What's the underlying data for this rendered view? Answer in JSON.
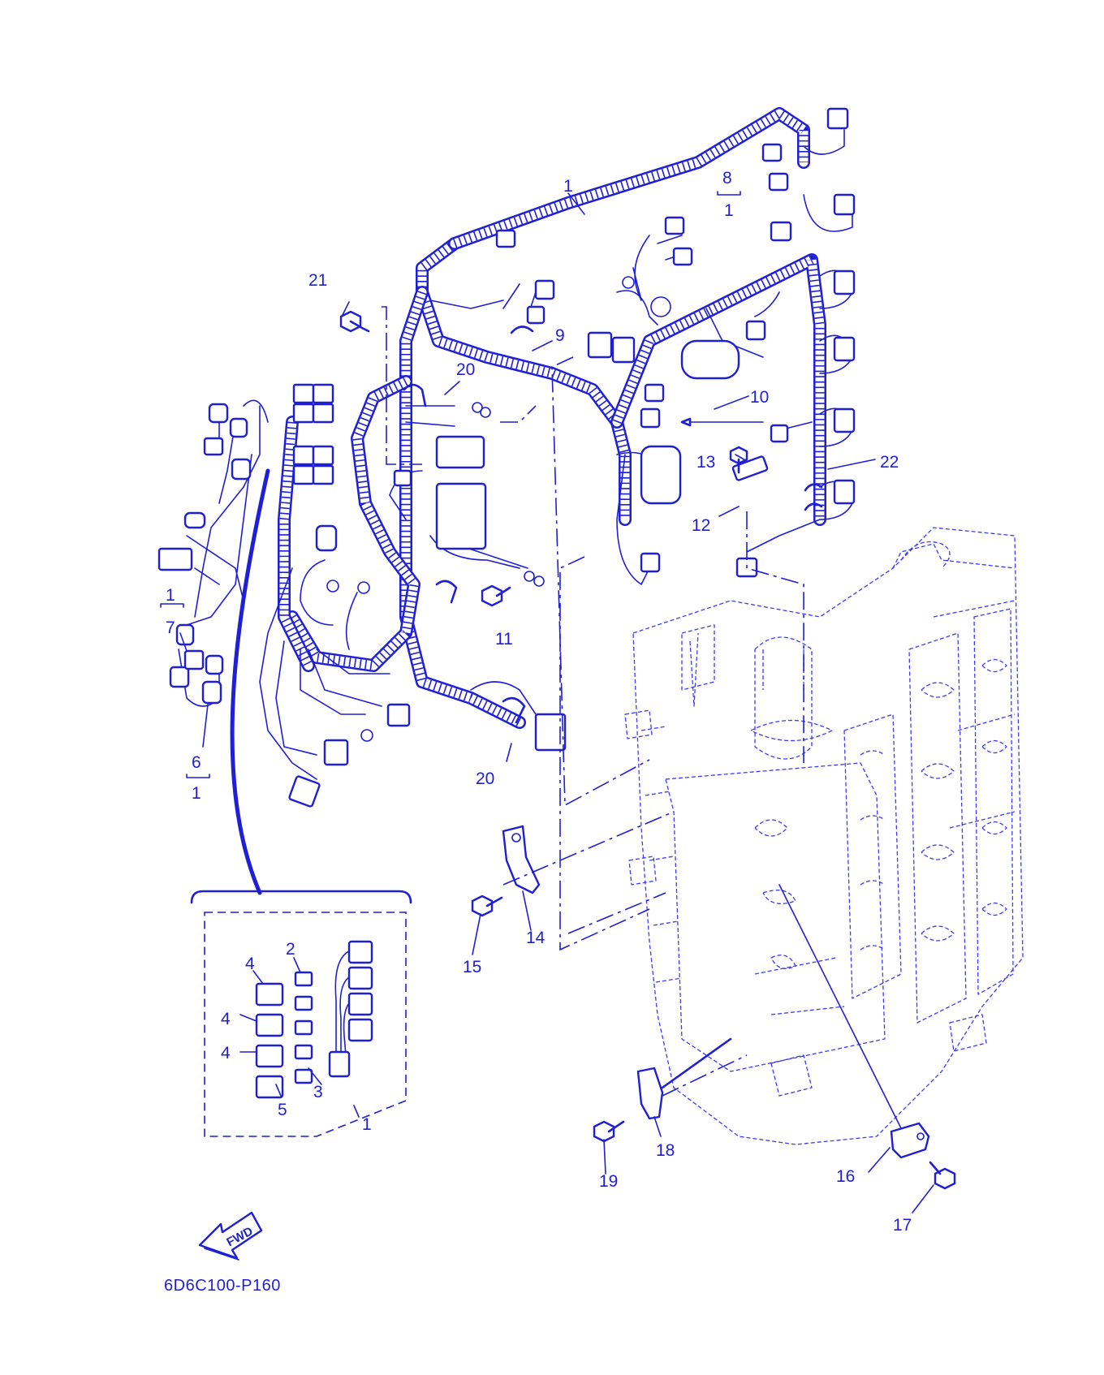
{
  "colors": {
    "line": "#1f1fd6",
    "engine_outline": "#3b3bff",
    "background": "#ffffff"
  },
  "diagram_code": "6D6C100-P160",
  "fwd_label": "FWD",
  "callouts": {
    "c1_top": "1",
    "c8": "8",
    "c8_sub": "1",
    "c9": "9",
    "c10": "10",
    "c11": "11",
    "c12": "12",
    "c13": "13",
    "c14": "14",
    "c15": "15",
    "c16": "16",
    "c17": "17",
    "c18": "18",
    "c19": "19",
    "c20_top": "20",
    "c20_bottom": "20",
    "c21": "21",
    "c22": "22",
    "c1_left": "1",
    "c7": "7",
    "c6": "6",
    "c6_sub": "1",
    "c2": "2",
    "c3": "3",
    "c4_a": "4",
    "c4_b": "4",
    "c4_c": "4",
    "c5": "5",
    "c1_inset": "1"
  },
  "icons": [
    "wire-harness-icon",
    "relay-icon",
    "connector-icon",
    "bolt-icon",
    "bracket-icon",
    "clamp-icon",
    "fwd-arrow-icon",
    "engine-block-icon"
  ]
}
